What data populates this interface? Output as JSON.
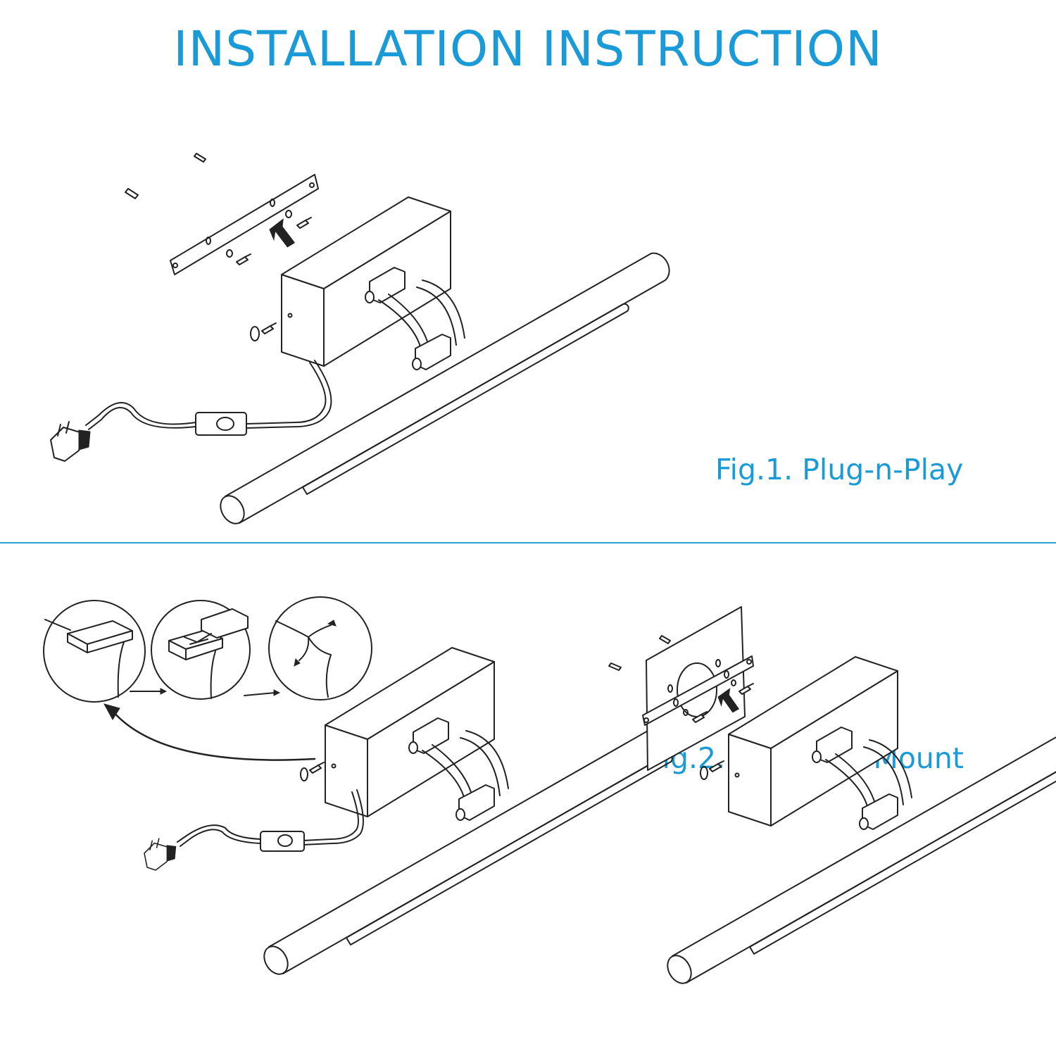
{
  "header": {
    "title": "INSTALLATION INSTRUCTION"
  },
  "figures": [
    {
      "caption": "Fig.1. Plug-n-Play"
    },
    {
      "caption": "Fig.2. Hardwire Mount"
    }
  ],
  "colors": {
    "accent": "#1a9ad6",
    "divider": "#2aa0d0",
    "line": "#222222"
  }
}
